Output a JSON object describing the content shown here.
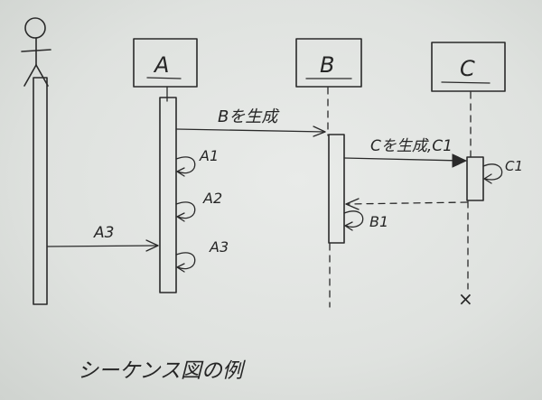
{
  "participants": {
    "a": "A",
    "b": "B",
    "c": "C"
  },
  "messages": {
    "create_b": "Bを生成",
    "create_c": "Cを生成,C1",
    "a1": "A1",
    "a2": "A2",
    "a3_self": "A3",
    "a3_call": "A3",
    "b1": "B1",
    "c1": "C1"
  },
  "destroy_mark": "×",
  "caption": "シーケンス図の例"
}
